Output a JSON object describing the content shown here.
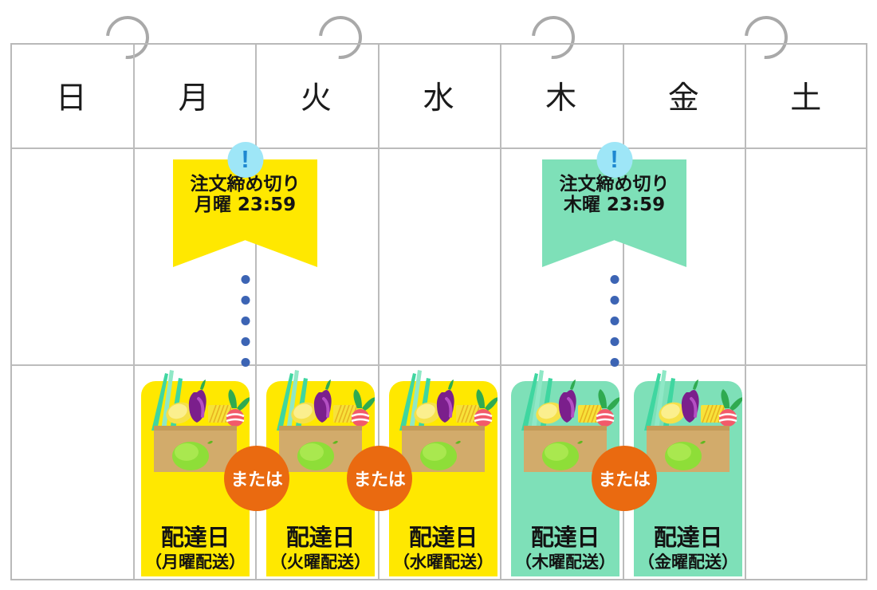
{
  "colors": {
    "yellow": "#FFE800",
    "teal": "#7EE0B8",
    "orange": "#EA6A10",
    "badge_circle": "#9EE6F7",
    "badge_mark": "#1E88D0",
    "dot": "#3C64B4",
    "grid_line": "#BCBCBC",
    "ring": "#A9A9A9",
    "text": "#141414"
  },
  "calendar": {
    "weekdays": [
      {
        "label": "日",
        "name": "sunday"
      },
      {
        "label": "月",
        "name": "monday"
      },
      {
        "label": "火",
        "name": "tuesday"
      },
      {
        "label": "水",
        "name": "wednesday"
      },
      {
        "label": "木",
        "name": "thursday"
      },
      {
        "label": "金",
        "name": "friday"
      },
      {
        "label": "土",
        "name": "saturday"
      }
    ]
  },
  "deadlines": [
    {
      "column": "monday",
      "title": "注文締め切り",
      "time": "月曜 23:59",
      "badge": "!",
      "color": "#FFE800",
      "dots": 5
    },
    {
      "column": "thursday",
      "title": "注文締め切り",
      "time": "木曜 23:59",
      "badge": "!",
      "color": "#7EE0B8",
      "dots": 5
    }
  ],
  "deliveries": [
    {
      "column": "monday",
      "title": "配達日",
      "sub": "（月曜配送）",
      "color": "#FFE800"
    },
    {
      "column": "tuesday",
      "title": "配達日",
      "sub": "（火曜配送）",
      "color": "#FFE800"
    },
    {
      "column": "wednesday",
      "title": "配達日",
      "sub": "（水曜配送）",
      "color": "#FFE800"
    },
    {
      "column": "thursday",
      "title": "配達日",
      "sub": "（木曜配送）",
      "color": "#7EE0B8"
    },
    {
      "column": "friday",
      "title": "配達日",
      "sub": "（金曜配送）",
      "color": "#7EE0B8"
    }
  ],
  "or_badges": [
    {
      "label": "または",
      "between": "monday-tuesday"
    },
    {
      "label": "または",
      "between": "tuesday-wednesday"
    },
    {
      "label": "または",
      "between": "thursday-friday"
    }
  ]
}
